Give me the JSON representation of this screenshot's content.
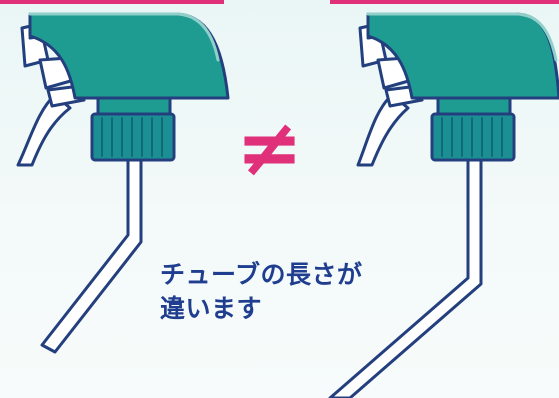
{
  "symbol": "≠",
  "caption": {
    "line1": "チューブの長さが",
    "line2": "違います"
  },
  "colors": {
    "nozzle": "#1e9c92",
    "nozzle_outline": "#233f7e",
    "cap": "#1c8f95",
    "tube_outline": "#233f7e",
    "not_equal": "#e0307a",
    "text": "#1f3e8f",
    "top_bar": "#e0307a"
  },
  "sprayers": [
    {
      "name": "left",
      "tube": "short"
    },
    {
      "name": "right",
      "tube": "long"
    }
  ]
}
